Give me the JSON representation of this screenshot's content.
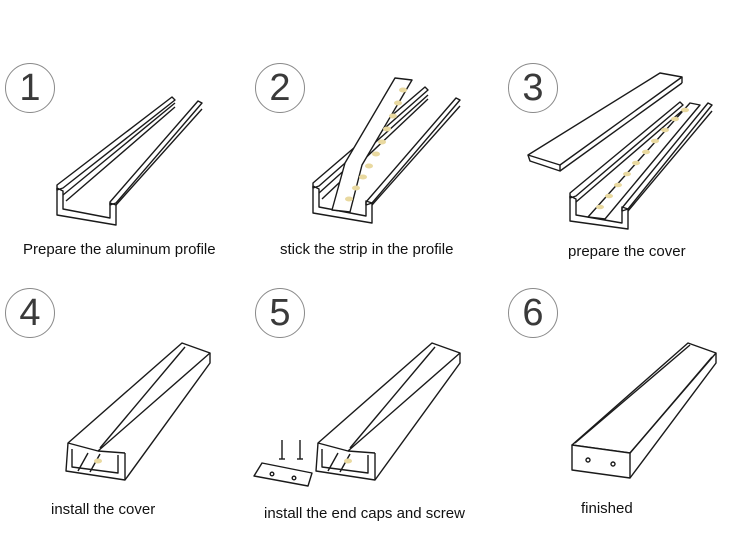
{
  "title": "Aluminum profile LED strip installation steps",
  "colors": {
    "led": "#e9d9a0",
    "circle_border": "#8a8a8a",
    "line": "#1a1a1a"
  },
  "steps": [
    {
      "number": "1",
      "caption": "Prepare the aluminum profile",
      "illustration": "u-channel-profile-icon"
    },
    {
      "number": "2",
      "caption": "stick the strip in the profile",
      "illustration": "led-strip-into-profile-icon"
    },
    {
      "number": "3",
      "caption": "prepare the cover",
      "illustration": "cover-above-profile-icon"
    },
    {
      "number": "4",
      "caption": "install the cover",
      "illustration": "covered-profile-icon"
    },
    {
      "number": "5",
      "caption": "install the end caps and screw",
      "illustration": "end-cap-and-screws-icon"
    },
    {
      "number": "6",
      "caption": "finished",
      "illustration": "finished-profile-icon"
    }
  ]
}
